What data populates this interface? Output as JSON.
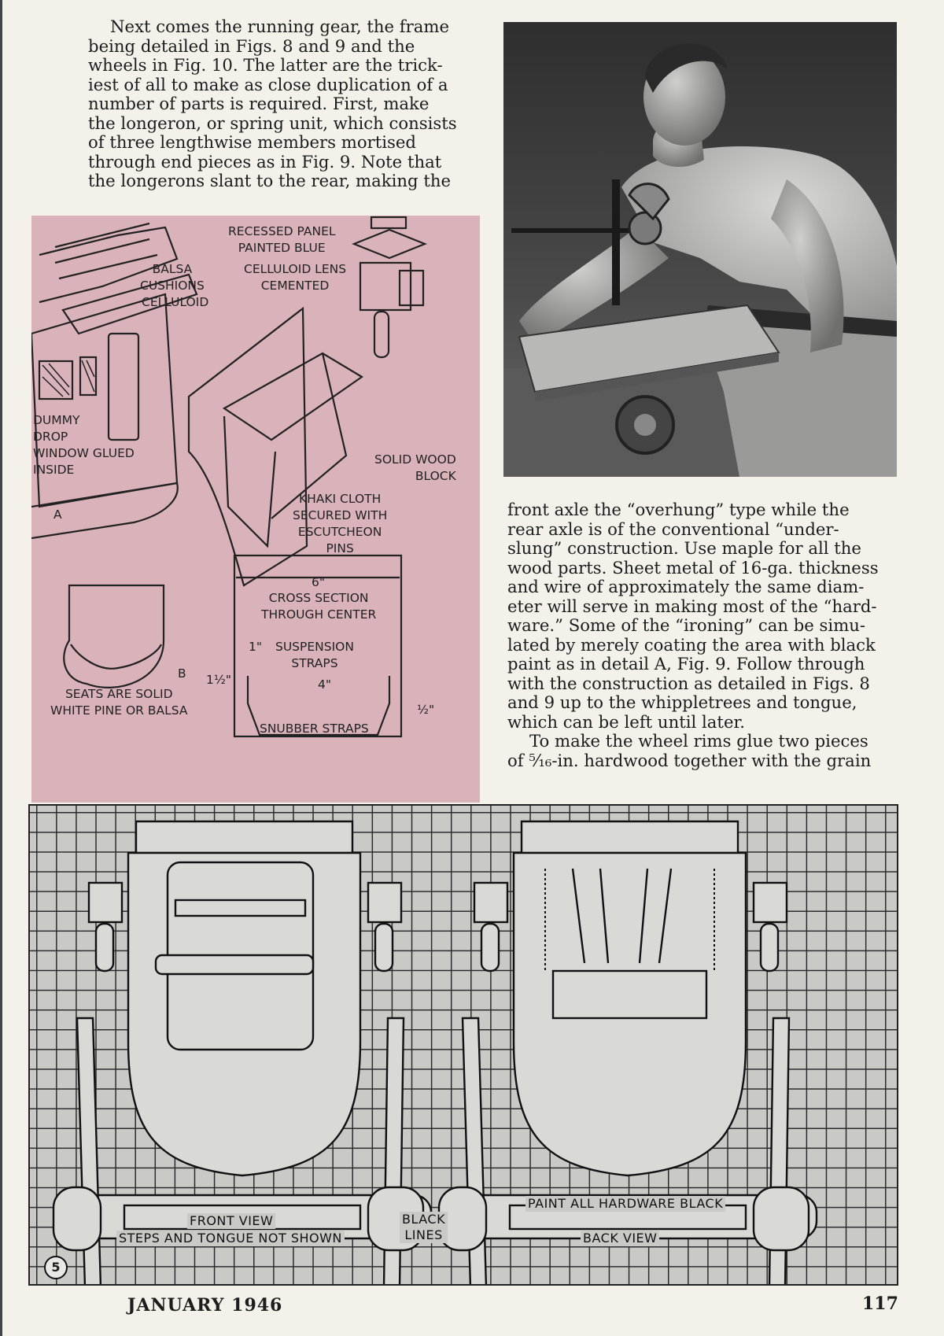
{
  "intro_lines": [
    "Next comes the running gear, the frame",
    "being detailed in Figs. 8 and 9 and the",
    "wheels in Fig. 10. The latter are the trick-",
    "iest of all to make as close duplication of a",
    "number of parts is required. First, make",
    "the longeron, or spring unit, which consists",
    "of three lengthwise members mortised",
    "through end pieces as in Fig. 9. Note that",
    "the longerons slant to the rear, making the"
  ],
  "right_column": {
    "p1_lines": [
      "front axle the “overhung” type while the",
      "rear axle is of the conventional “under-",
      "slung” construction. Use maple for all the",
      "wood parts. Sheet metal of 16-ga. thickness",
      "and wire of approximately the same diam-",
      "eter will serve in making most of the “hard-",
      "ware.” Some of the “ironing” can be simu-",
      "lated by merely coating the area with black",
      "paint as in detail A, Fig. 9. Follow through",
      "with the construction as detailed in Figs. 8",
      "and 9 up to the whippletrees and tongue,",
      "which can be left until later."
    ],
    "p2_lines": [
      "To make the wheel rims glue two pieces",
      "of ⁵⁄₁₆-in. hardwood together with the grain"
    ]
  },
  "figure_pink": {
    "labels": {
      "recessed_panel": [
        "RECESSED PANEL",
        "PAINTED BLUE"
      ],
      "balsa_cushions": [
        "BALSA",
        "CUSHIONS"
      ],
      "celluloid_lens": [
        "CELLULOID LENS",
        "CEMENTED"
      ],
      "celluloid": "CELLULOID",
      "dummy_drop": [
        "DUMMY",
        "DROP",
        "WINDOW GLUED",
        "INSIDE"
      ],
      "letter_a": "A",
      "solid_wood": [
        "SOLID WOOD",
        "BLOCK"
      ],
      "khaki_cloth": [
        "KHAKI CLOTH",
        "SECURED WITH",
        "ESCUTCHEON",
        "PINS"
      ],
      "six_inch": "6\"",
      "cross_section": [
        "CROSS SECTION",
        "THROUGH CENTER"
      ],
      "suspension_straps": [
        "SUSPENSION",
        "STRAPS"
      ],
      "one_inch": "1\"",
      "one_half_inch": "1½\"",
      "four_inch": "4\"",
      "half_inch": "½\"",
      "snubber_straps": "SNUBBER STRAPS",
      "seats_solid": [
        "SEATS ARE SOLID",
        "WHITE PINE OR BALSA"
      ],
      "letter_b": "B"
    }
  },
  "figure_grid": {
    "front_view": "FRONT VIEW",
    "steps_note": "STEPS AND TONGUE NOT SHOWN",
    "black_lines": [
      "BLACK",
      "LINES"
    ],
    "paint_hardware": "PAINT ALL HARDWARE BLACK",
    "back_view": "BACK VIEW",
    "figure_number": "5"
  },
  "footer": {
    "issue": "JANUARY 1946",
    "page_number": "117"
  }
}
